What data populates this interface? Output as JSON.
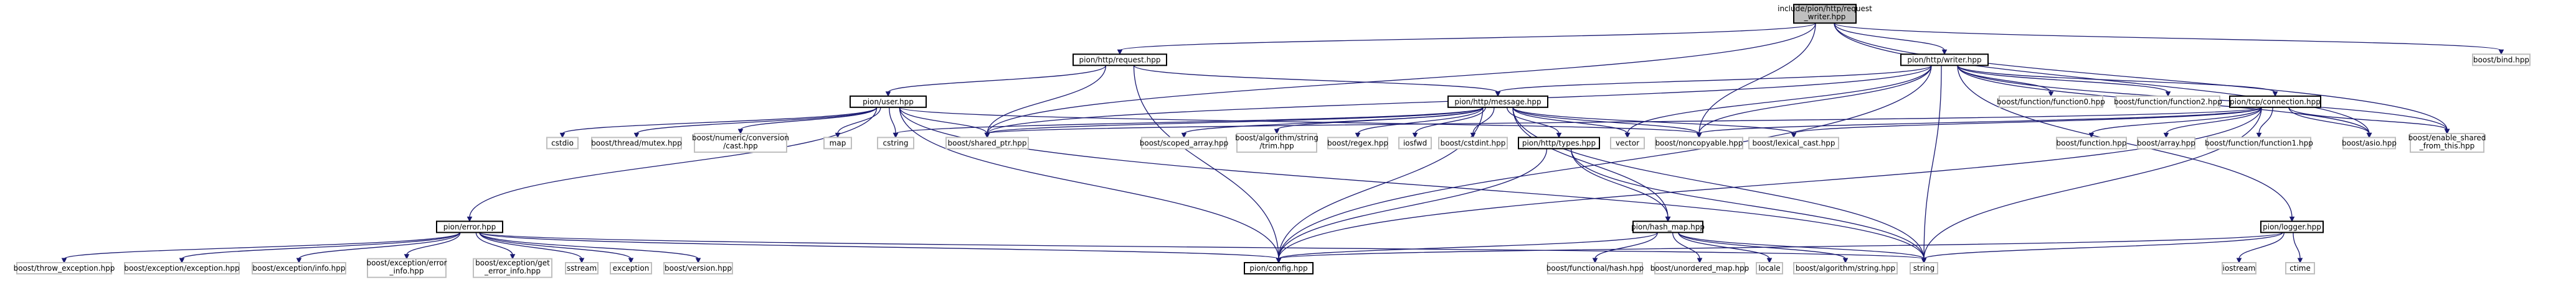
{
  "diagram": {
    "type": "include-dependency-graph",
    "colors": {
      "edge": "#191970",
      "root_fill": "#bfbfbf",
      "root_border": "#000000",
      "linked_border": "#000000",
      "leaf_border": "#bfbfbf"
    },
    "nodes": [
      {
        "id": "root",
        "label": [
          "include/pion/http/request",
          "_writer.hpp"
        ],
        "kind": "root"
      },
      {
        "id": "request",
        "label": [
          "pion/http/request.hpp"
        ],
        "kind": "linked"
      },
      {
        "id": "writer",
        "label": [
          "pion/http/writer.hpp"
        ],
        "kind": "linked"
      },
      {
        "id": "bind",
        "label": [
          "boost/bind.hpp"
        ],
        "kind": "leaf"
      },
      {
        "id": "user",
        "label": [
          "pion/user.hpp"
        ],
        "kind": "linked"
      },
      {
        "id": "message",
        "label": [
          "pion/http/message.hpp"
        ],
        "kind": "linked"
      },
      {
        "id": "function0",
        "label": [
          "boost/function/function0.hpp"
        ],
        "kind": "leaf"
      },
      {
        "id": "function2",
        "label": [
          "boost/function/function2.hpp"
        ],
        "kind": "leaf"
      },
      {
        "id": "connection",
        "label": [
          "pion/tcp/connection.hpp"
        ],
        "kind": "linked"
      },
      {
        "id": "cstdio",
        "label": [
          "cstdio"
        ],
        "kind": "leaf"
      },
      {
        "id": "mutex",
        "label": [
          "boost/thread/mutex.hpp"
        ],
        "kind": "leaf"
      },
      {
        "id": "numconv",
        "label": [
          "boost/numeric/conversion",
          "/cast.hpp"
        ],
        "kind": "leaf"
      },
      {
        "id": "map",
        "label": [
          "map"
        ],
        "kind": "leaf"
      },
      {
        "id": "cstring",
        "label": [
          "cstring"
        ],
        "kind": "leaf"
      },
      {
        "id": "shared_ptr",
        "label": [
          "boost/shared_ptr.hpp"
        ],
        "kind": "leaf"
      },
      {
        "id": "scoped_array",
        "label": [
          "boost/scoped_array.hpp"
        ],
        "kind": "leaf"
      },
      {
        "id": "algo_trim",
        "label": [
          "boost/algorithm/string",
          "/trim.hpp"
        ],
        "kind": "leaf"
      },
      {
        "id": "regex",
        "label": [
          "boost/regex.hpp"
        ],
        "kind": "leaf"
      },
      {
        "id": "iosfwd",
        "label": [
          "iosfwd"
        ],
        "kind": "leaf"
      },
      {
        "id": "cstdint",
        "label": [
          "boost/cstdint.hpp"
        ],
        "kind": "leaf"
      },
      {
        "id": "types",
        "label": [
          "pion/http/types.hpp"
        ],
        "kind": "linked"
      },
      {
        "id": "vector",
        "label": [
          "vector"
        ],
        "kind": "leaf"
      },
      {
        "id": "noncopyable",
        "label": [
          "boost/noncopyable.hpp"
        ],
        "kind": "leaf"
      },
      {
        "id": "lexical_cast",
        "label": [
          "boost/lexical_cast.hpp"
        ],
        "kind": "leaf"
      },
      {
        "id": "bfunction",
        "label": [
          "boost/function.hpp"
        ],
        "kind": "leaf"
      },
      {
        "id": "barray",
        "label": [
          "boost/array.hpp"
        ],
        "kind": "leaf"
      },
      {
        "id": "function1",
        "label": [
          "boost/function/function1.hpp"
        ],
        "kind": "leaf"
      },
      {
        "id": "asio",
        "label": [
          "boost/asio.hpp"
        ],
        "kind": "leaf"
      },
      {
        "id": "enable_shared",
        "label": [
          "boost/enable_shared",
          "_from_this.hpp"
        ],
        "kind": "leaf"
      },
      {
        "id": "error",
        "label": [
          "pion/error.hpp"
        ],
        "kind": "linked"
      },
      {
        "id": "hash_map",
        "label": [
          "pion/hash_map.hpp"
        ],
        "kind": "linked"
      },
      {
        "id": "logger",
        "label": [
          "pion/logger.hpp"
        ],
        "kind": "linked"
      },
      {
        "id": "throw_exc",
        "label": [
          "boost/throw_exception.hpp"
        ],
        "kind": "leaf"
      },
      {
        "id": "exc_exc",
        "label": [
          "boost/exception/exception.hpp"
        ],
        "kind": "leaf"
      },
      {
        "id": "exc_info",
        "label": [
          "boost/exception/info.hpp"
        ],
        "kind": "leaf"
      },
      {
        "id": "exc_error_info",
        "label": [
          "boost/exception/error",
          "_info.hpp"
        ],
        "kind": "leaf"
      },
      {
        "id": "exc_get_error",
        "label": [
          "boost/exception/get",
          "_error_info.hpp"
        ],
        "kind": "leaf"
      },
      {
        "id": "sstream",
        "label": [
          "sstream"
        ],
        "kind": "leaf"
      },
      {
        "id": "exception",
        "label": [
          "exception"
        ],
        "kind": "leaf"
      },
      {
        "id": "version",
        "label": [
          "boost/version.hpp"
        ],
        "kind": "leaf"
      },
      {
        "id": "config",
        "label": [
          "pion/config.hpp"
        ],
        "kind": "linked"
      },
      {
        "id": "func_hash",
        "label": [
          "boost/functional/hash.hpp"
        ],
        "kind": "leaf"
      },
      {
        "id": "unordered_map",
        "label": [
          "boost/unordered_map.hpp"
        ],
        "kind": "leaf"
      },
      {
        "id": "locale",
        "label": [
          "locale"
        ],
        "kind": "leaf"
      },
      {
        "id": "algo_string",
        "label": [
          "boost/algorithm/string.hpp"
        ],
        "kind": "leaf"
      },
      {
        "id": "string",
        "label": [
          "string"
        ],
        "kind": "leaf"
      },
      {
        "id": "iostream",
        "label": [
          "iostream"
        ],
        "kind": "leaf"
      },
      {
        "id": "ctime",
        "label": [
          "ctime"
        ],
        "kind": "leaf"
      }
    ],
    "edges": [
      [
        "root",
        "request"
      ],
      [
        "root",
        "writer"
      ],
      [
        "root",
        "bind"
      ],
      [
        "root",
        "shared_ptr"
      ],
      [
        "root",
        "noncopyable"
      ],
      [
        "root",
        "asio"
      ],
      [
        "root",
        "enable_shared"
      ],
      [
        "request",
        "user"
      ],
      [
        "request",
        "message"
      ],
      [
        "request",
        "shared_ptr"
      ],
      [
        "request",
        "config"
      ],
      [
        "writer",
        "message"
      ],
      [
        "writer",
        "function0"
      ],
      [
        "writer",
        "function2"
      ],
      [
        "writer",
        "connection"
      ],
      [
        "writer",
        "shared_ptr"
      ],
      [
        "writer",
        "noncopyable"
      ],
      [
        "writer",
        "asio"
      ],
      [
        "writer",
        "vector"
      ],
      [
        "writer",
        "string"
      ],
      [
        "writer",
        "logger"
      ],
      [
        "writer",
        "enable_shared"
      ],
      [
        "writer",
        "config"
      ],
      [
        "user",
        "cstdio"
      ],
      [
        "user",
        "mutex"
      ],
      [
        "user",
        "numconv"
      ],
      [
        "user",
        "map"
      ],
      [
        "user",
        "cstring"
      ],
      [
        "user",
        "shared_ptr"
      ],
      [
        "user",
        "noncopyable"
      ],
      [
        "user",
        "error"
      ],
      [
        "user",
        "string"
      ],
      [
        "user",
        "config"
      ],
      [
        "message",
        "scoped_array"
      ],
      [
        "message",
        "algo_trim"
      ],
      [
        "message",
        "regex"
      ],
      [
        "message",
        "iosfwd"
      ],
      [
        "message",
        "cstdint"
      ],
      [
        "message",
        "types"
      ],
      [
        "message",
        "vector"
      ],
      [
        "message",
        "noncopyable"
      ],
      [
        "message",
        "lexical_cast"
      ],
      [
        "message",
        "cstring"
      ],
      [
        "message",
        "shared_ptr"
      ],
      [
        "message",
        "string"
      ],
      [
        "message",
        "config"
      ],
      [
        "message",
        "hash_map"
      ],
      [
        "connection",
        "shared_ptr"
      ],
      [
        "connection",
        "noncopyable"
      ],
      [
        "connection",
        "lexical_cast"
      ],
      [
        "connection",
        "bfunction"
      ],
      [
        "connection",
        "barray"
      ],
      [
        "connection",
        "function1"
      ],
      [
        "connection",
        "asio"
      ],
      [
        "connection",
        "enable_shared"
      ],
      [
        "connection",
        "string"
      ],
      [
        "connection",
        "config"
      ],
      [
        "types",
        "hash_map"
      ],
      [
        "types",
        "string"
      ],
      [
        "types",
        "config"
      ],
      [
        "error",
        "throw_exc"
      ],
      [
        "error",
        "exc_exc"
      ],
      [
        "error",
        "exc_info"
      ],
      [
        "error",
        "exc_error_info"
      ],
      [
        "error",
        "exc_get_error"
      ],
      [
        "error",
        "sstream"
      ],
      [
        "error",
        "exception"
      ],
      [
        "error",
        "version"
      ],
      [
        "error",
        "string"
      ],
      [
        "error",
        "config"
      ],
      [
        "hash_map",
        "func_hash"
      ],
      [
        "hash_map",
        "unordered_map"
      ],
      [
        "hash_map",
        "locale"
      ],
      [
        "hash_map",
        "algo_string"
      ],
      [
        "hash_map",
        "string"
      ],
      [
        "hash_map",
        "config"
      ],
      [
        "logger",
        "iostream"
      ],
      [
        "logger",
        "ctime"
      ],
      [
        "logger",
        "string"
      ],
      [
        "logger",
        "config"
      ]
    ]
  }
}
